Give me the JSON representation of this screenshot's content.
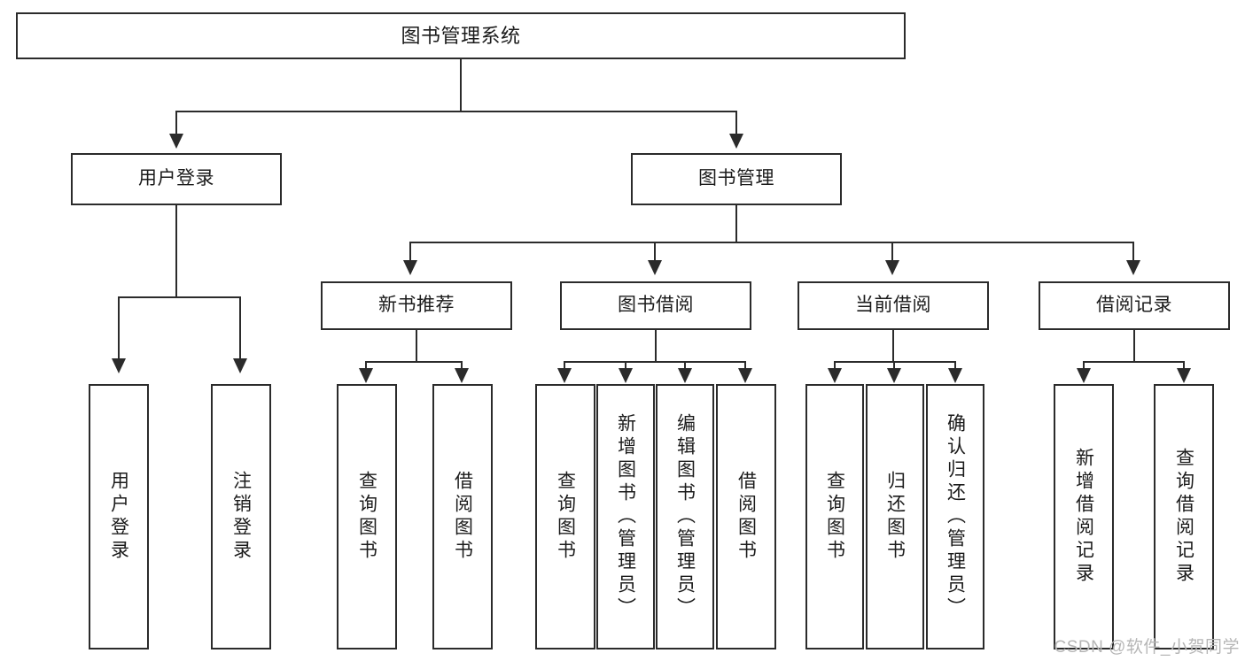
{
  "diagram": {
    "type": "tree-hierarchy",
    "title": "图书管理系统",
    "orientation": "top-down",
    "colors": {
      "box_border": "#2b2b2b",
      "box_fill": "#ffffff",
      "connector": "#2b2b2b",
      "text": "#1b1b1b",
      "watermark": "#b6b6b6",
      "background": "#ffffff"
    }
  },
  "root": {
    "label": "图书管理系统"
  },
  "level2": [
    {
      "label": "用户登录"
    },
    {
      "label": "图书管理"
    }
  ],
  "level3": [
    {
      "label": "新书推荐"
    },
    {
      "label": "图书借阅"
    },
    {
      "label": "当前借阅"
    },
    {
      "label": "借阅记录"
    }
  ],
  "leaves": {
    "user_login": [
      {
        "label": "用户登录"
      },
      {
        "label": "注销登录"
      }
    ],
    "new_book_recommend": [
      {
        "label": "查询图书"
      },
      {
        "label": "借阅图书"
      }
    ],
    "book_borrow": [
      {
        "label": "查询图书"
      },
      {
        "label": "新增图书（管理员）"
      },
      {
        "label": "编辑图书（管理员）"
      },
      {
        "label": "借阅图书"
      }
    ],
    "current_borrow": [
      {
        "label": "查询图书"
      },
      {
        "label": "归还图书"
      },
      {
        "label": "确认归还（管理员）"
      }
    ],
    "borrow_record": [
      {
        "label": "新增借阅记录"
      },
      {
        "label": "查询借阅记录"
      }
    ]
  },
  "watermark": {
    "text": "CSDN @软件_小贺同学"
  }
}
